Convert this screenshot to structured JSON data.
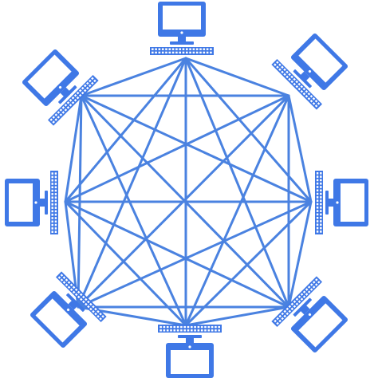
{
  "diagram": {
    "topology": "full-mesh",
    "node_count": 8,
    "nodes": [
      {
        "id": "top",
        "icon": "computer-icon"
      },
      {
        "id": "top-right",
        "icon": "computer-icon"
      },
      {
        "id": "right",
        "icon": "computer-icon"
      },
      {
        "id": "bottom-right",
        "icon": "computer-icon"
      },
      {
        "id": "bottom",
        "icon": "computer-icon"
      },
      {
        "id": "bottom-left",
        "icon": "computer-icon"
      },
      {
        "id": "left",
        "icon": "computer-icon"
      },
      {
        "id": "top-left",
        "icon": "computer-icon"
      }
    ],
    "colors": {
      "device": "#3f78e6",
      "link": "#4a82e0",
      "background": "#ffffff"
    }
  }
}
